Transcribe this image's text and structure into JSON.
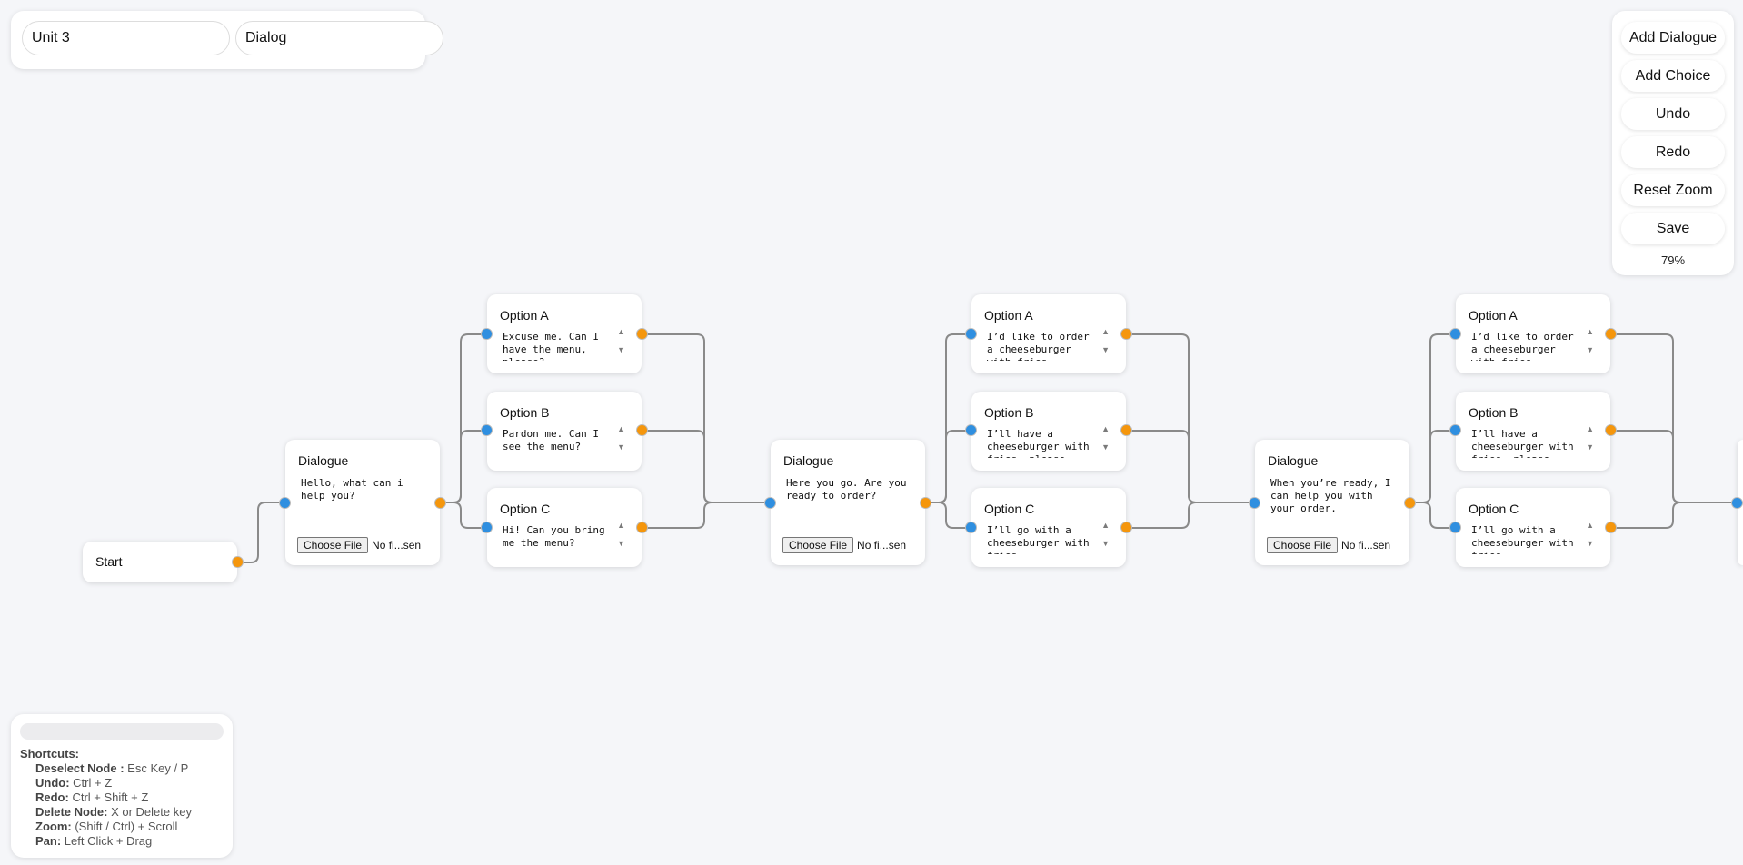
{
  "header": {
    "unit_value": "Unit 3",
    "dialog_value": "Dialog"
  },
  "toolbar": {
    "add_dialogue": "Add Dialogue",
    "add_choice": "Add Choice",
    "undo": "Undo",
    "redo": "Redo",
    "reset_zoom": "Reset Zoom",
    "save": "Save",
    "zoom_level": "79%"
  },
  "shortcuts": {
    "title": "Shortcuts:",
    "items": [
      {
        "key": "Deselect Node :",
        "value": " Esc Key / P"
      },
      {
        "key": "Undo:",
        "value": " Ctrl + Z"
      },
      {
        "key": "Redo:",
        "value": " Ctrl + Shift + Z"
      },
      {
        "key": "Delete Node:",
        "value": " X or Delete key"
      },
      {
        "key": "Zoom:",
        "value": " (Shift / Ctrl) + Scroll"
      },
      {
        "key": "Pan:",
        "value": " Left Click + Drag"
      }
    ]
  },
  "start": {
    "title": "Start"
  },
  "dialogues": [
    {
      "title": "Dialogue",
      "text": "Hello, what can i help you?",
      "file_button": "Choose File",
      "file_status": "No fi...sen"
    },
    {
      "title": "Dialogue",
      "text": "Here you go. Are you ready to order?",
      "file_button": "Choose File",
      "file_status": "No fi...sen"
    },
    {
      "title": "Dialogue",
      "text": "When you’re ready, I can help you with your order.",
      "file_button": "Choose File",
      "file_status": "No fi...sen"
    }
  ],
  "choices": [
    {
      "title": "Option A",
      "text": "Excuse me. Can I have the menu, please?"
    },
    {
      "title": "Option B",
      "text": "Pardon me. Can I see the menu?"
    },
    {
      "title": "Option C",
      "text": "Hi! Can you bring me the menu?"
    },
    {
      "title": "Option A",
      "text": "I’d like to order a cheeseburger with fries."
    },
    {
      "title": "Option B",
      "text": "I’ll have a cheeseburger with fries, please."
    },
    {
      "title": "Option C",
      "text": "I’ll go with a cheeseburger with fries."
    },
    {
      "title": "Option A",
      "text": "I’d like to order a cheeseburger with fries."
    },
    {
      "title": "Option B",
      "text": "I’ll have a cheeseburger with fries, please."
    },
    {
      "title": "Option C",
      "text": "I’ll go with a cheeseburger with fries."
    }
  ],
  "icons": {
    "arrow_up": "▲",
    "arrow_down": "▼"
  },
  "colors": {
    "input_port": "#2f8fe0",
    "output_port": "#f5960c",
    "wire": "#8a8a8a"
  }
}
